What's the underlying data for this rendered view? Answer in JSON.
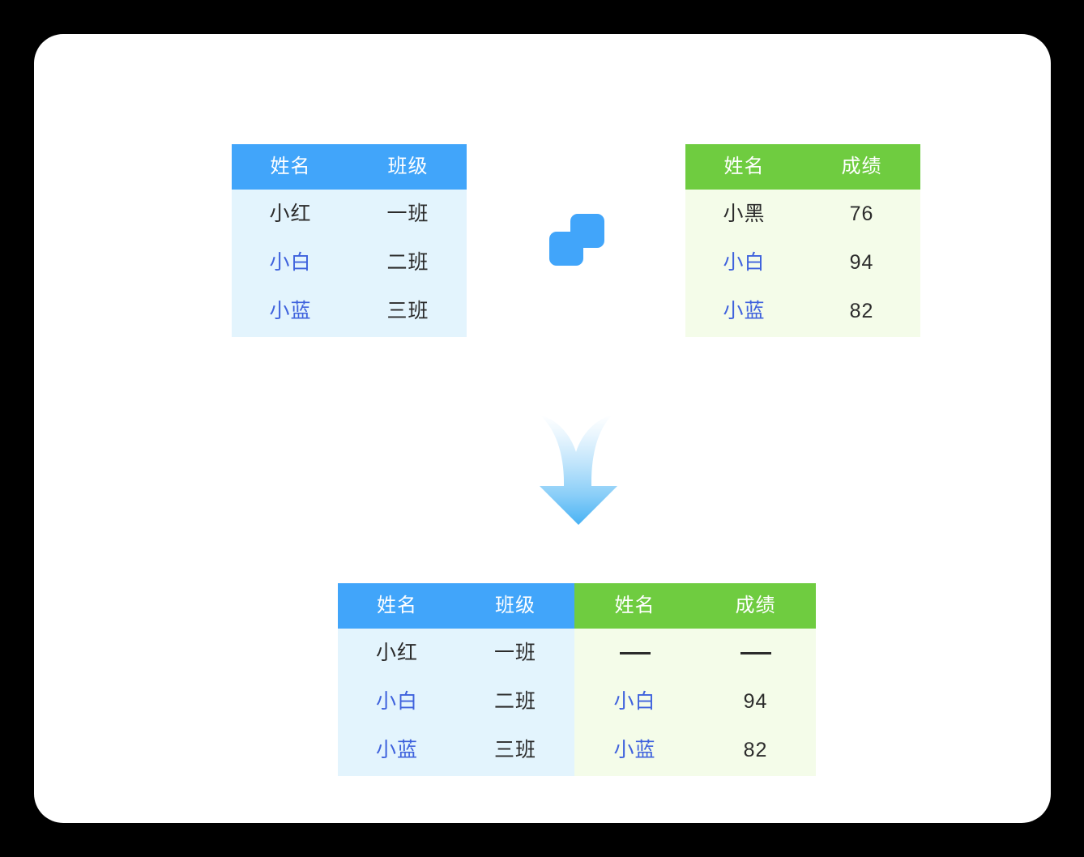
{
  "diagram": {
    "title_hidden": "",
    "colors": {
      "blue_header": "#41A5FA",
      "blue_body": "#E3F4FD",
      "green_header": "#6FCC40",
      "green_body": "#F4FCE9",
      "match_text": "#3F62DD",
      "normal_text": "#2b2b2b",
      "card_background": "#FFFFFF",
      "page_background": "#000000"
    },
    "merge_icon": {
      "name": "merge-tables-icon",
      "color": "#41A5FA"
    },
    "arrow": {
      "name": "down-arrow",
      "gradient_top": "#FBFDFF",
      "gradient_bottom": "#4BB3F5",
      "direction": "down"
    }
  },
  "table_left": {
    "theme": "blue",
    "headers": [
      "姓名",
      "班级"
    ],
    "rows": [
      {
        "cells": [
          "小红",
          "一班"
        ],
        "match": false
      },
      {
        "cells": [
          "小白",
          "二班"
        ],
        "match": true
      },
      {
        "cells": [
          "小蓝",
          "三班"
        ],
        "match": true
      }
    ]
  },
  "table_right": {
    "theme": "green",
    "headers": [
      "姓名",
      "成绩"
    ],
    "rows": [
      {
        "cells": [
          "小黑",
          "76"
        ],
        "match": false
      },
      {
        "cells": [
          "小白",
          "94"
        ],
        "match": true
      },
      {
        "cells": [
          "小蓝",
          "82"
        ],
        "match": true
      }
    ]
  },
  "table_merged": {
    "left": {
      "theme": "blue",
      "headers": [
        "姓名",
        "班级"
      ],
      "rows": [
        {
          "cells": [
            "小红",
            "一班"
          ],
          "match": false
        },
        {
          "cells": [
            "小白",
            "二班"
          ],
          "match": true
        },
        {
          "cells": [
            "小蓝",
            "三班"
          ],
          "match": true
        }
      ]
    },
    "right": {
      "theme": "green",
      "headers": [
        "姓名",
        "成绩"
      ],
      "rows": [
        {
          "cells": [
            "—",
            "—"
          ],
          "match": false,
          "empty": true
        },
        {
          "cells": [
            "小白",
            "94"
          ],
          "match": true
        },
        {
          "cells": [
            "小蓝",
            "82"
          ],
          "match": true
        }
      ]
    }
  }
}
